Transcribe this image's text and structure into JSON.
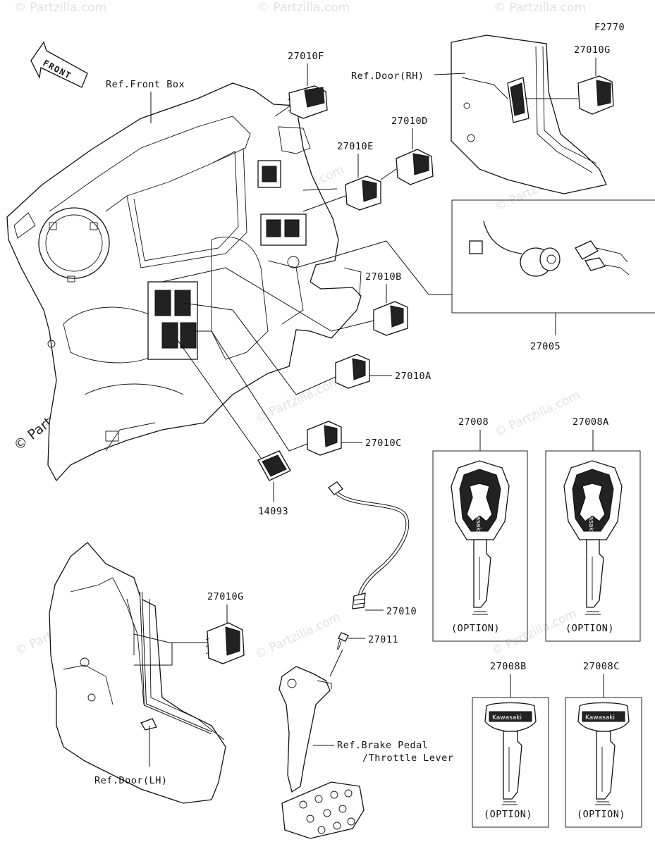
{
  "figure_code": "F2770",
  "watermark": "© Partzilla.com",
  "front_arrow_label": "FRONT",
  "references": {
    "front_box": "Ref.Front Box",
    "door_rh": "Ref.Door(RH)",
    "door_lh": "Ref.Door(LH)",
    "brake_pedal_line1": "Ref.Brake Pedal",
    "brake_pedal_line2": "/Throttle Lever"
  },
  "part_labels": {
    "p27010F": "27010F",
    "p27010G_top": "27010G",
    "p27010D": "27010D",
    "p27010E": "27010E",
    "p27010B": "27010B",
    "p27005": "27005",
    "p27010A": "27010A",
    "p27010C": "27010C",
    "p14093": "14093",
    "p27008": "27008",
    "p27008A": "27008A",
    "p27010G_bottom": "27010G",
    "p27010": "27010",
    "p27011": "27011",
    "p27008B": "27008B",
    "p27008C": "27008C"
  },
  "key_brand": "Kawasaki",
  "option_note": "(OPTION)"
}
